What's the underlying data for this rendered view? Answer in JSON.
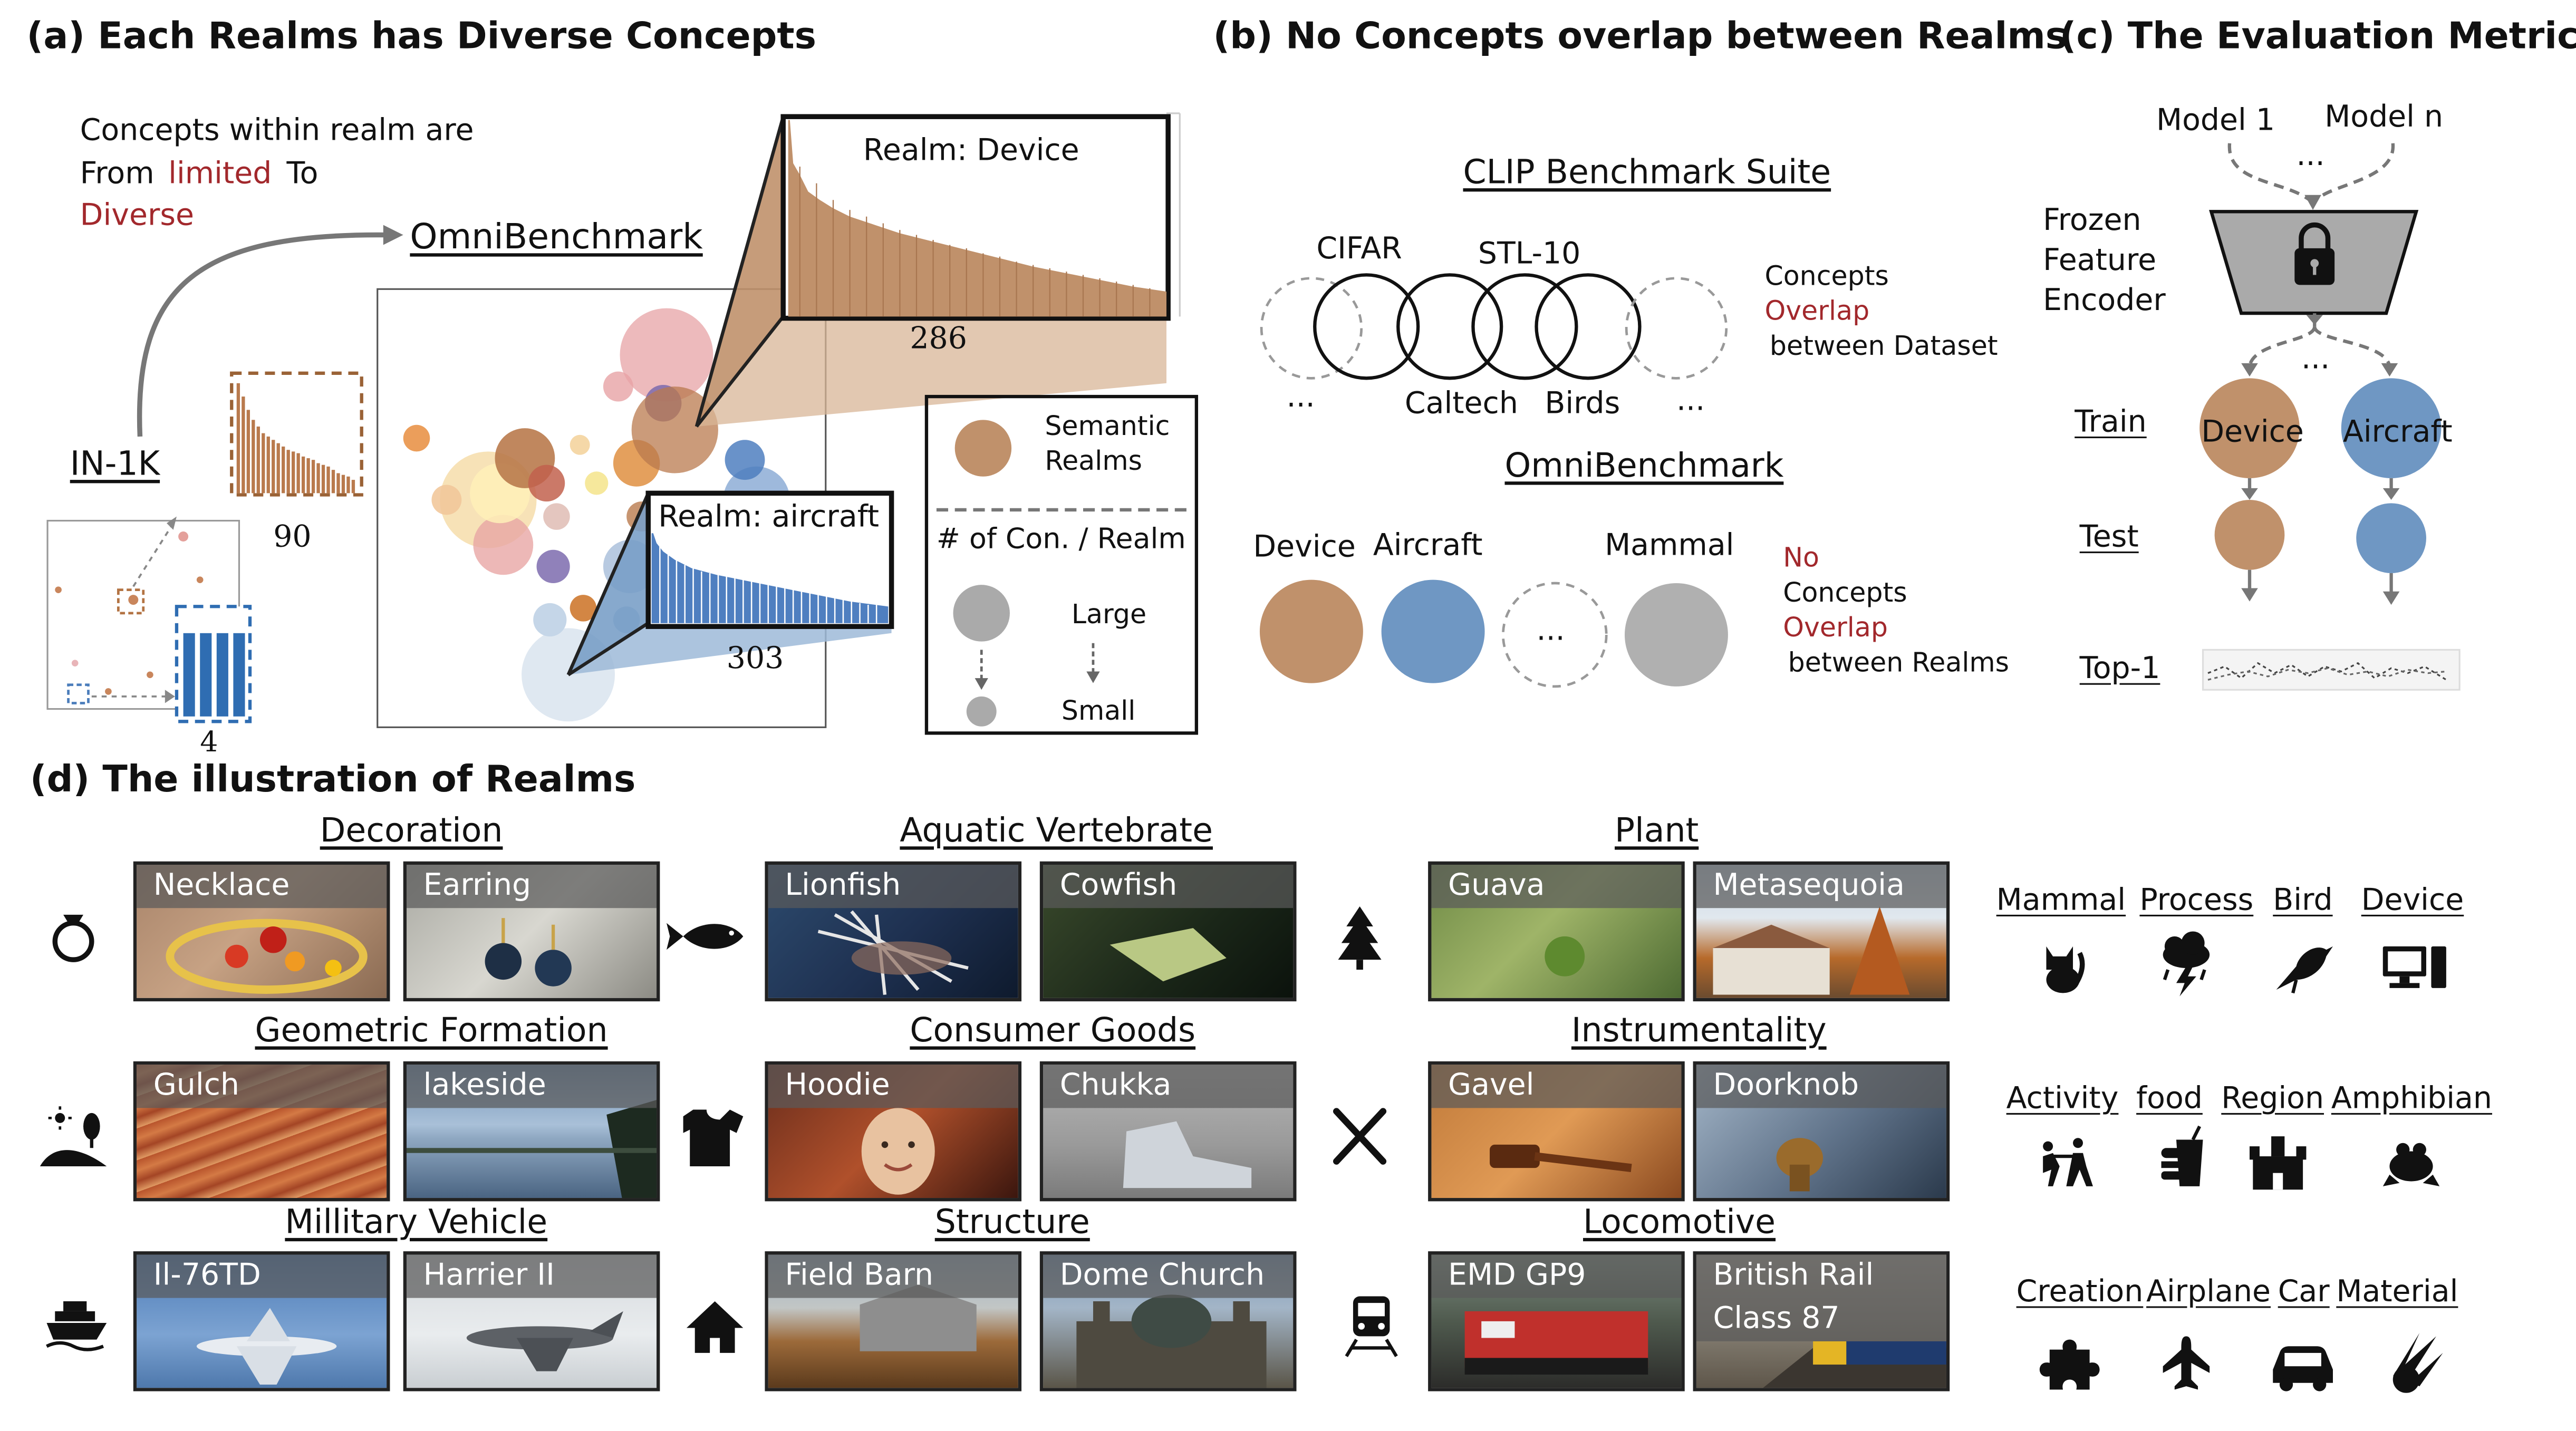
{
  "panel_a": {
    "title": "(a) Each Realms has Diverse Concepts",
    "note_line1": "Concepts within realm are",
    "note_from": "From",
    "note_limited": "limited",
    "note_to": "To",
    "note_diverse": "Diverse",
    "in1k_label": "IN-1K",
    "omni_label": "OmniBenchmark",
    "count_90": "90",
    "count_4": "4",
    "device_title": "Realm: Device",
    "device_count": "286",
    "aircraft_title": "Realm: aircraft",
    "aircraft_count": "303",
    "legend_semantic": "Semantic\nRealms",
    "legend_semantic_1": "Semantic",
    "legend_semantic_2": "Realms",
    "legend_con": "# of Con. / Realm",
    "legend_large": "Large",
    "legend_small": "Small",
    "colors": {
      "brown": "#c0916b",
      "blue": "#7aa0c8",
      "red_text": "#a2282c"
    }
  },
  "panel_b": {
    "title": "(b) No Concepts overlap between Realms",
    "clip_title": "CLIP Benchmark Suite",
    "cifar": "CIFAR",
    "stl": "STL-10",
    "caltech": "Caltech",
    "birds": "Birds",
    "ellipsis": "...",
    "concepts": "Concepts",
    "overlap": "Overlap",
    "between_dataset": "between Dataset",
    "omni_title": "OmniBenchmark",
    "device": "Device",
    "aircraft": "Aircraft",
    "mammal": "Mammal",
    "no": "No",
    "concepts2": "Concepts",
    "overlap2": "Overlap",
    "between_realms": "between Realms"
  },
  "panel_c": {
    "title": "(c) The Evaluation Metrics",
    "model1": "Model 1",
    "modeln": "Model n",
    "ellipsis": "...",
    "frozen1": "Frozen",
    "frozen2": "Feature",
    "frozen3": "Encoder",
    "train": "Train",
    "test": "Test",
    "top1": "Top-1",
    "device": "Device",
    "aircraft": "Aircraft"
  },
  "panel_d": {
    "title": "(d) The illustration of Realms",
    "realms": [
      {
        "label": "Decoration",
        "icon": "ring-icon",
        "photos": [
          "Necklace",
          "Earring"
        ]
      },
      {
        "label": "Aquatic Vertebrate",
        "icon": "fish-icon",
        "photos": [
          "Lionfish",
          "Cowfish"
        ]
      },
      {
        "label": "Plant",
        "icon": "tree-icon",
        "photos": [
          "Guava",
          "Metasequoia"
        ]
      },
      {
        "label": "Geometric Formation",
        "icon": "landscape-icon",
        "photos": [
          "Gulch",
          "lakeside"
        ]
      },
      {
        "label": "Consumer Goods",
        "icon": "tshirt-icon",
        "photos": [
          "Hoodie",
          "Chukka"
        ]
      },
      {
        "label": "Instrumentality",
        "icon": "tools-icon",
        "photos": [
          "Gavel",
          "Doorknob"
        ]
      },
      {
        "label": "Millitary Vehicle",
        "icon": "ship-icon",
        "photos": [
          "Il-76TD",
          "Harrier II"
        ]
      },
      {
        "label": "Structure",
        "icon": "house-icon",
        "photos": [
          "Field Barn",
          "Dome Church"
        ]
      },
      {
        "label": "Locomotive",
        "icon": "train-icon",
        "photos": [
          "EMD GP9",
          "British Rail Class 87"
        ]
      }
    ],
    "categories": [
      {
        "label": "Mammal",
        "icon": "cat-icon"
      },
      {
        "label": "Process",
        "icon": "storm-icon"
      },
      {
        "label": "Bird",
        "icon": "bird-icon"
      },
      {
        "label": "Device",
        "icon": "computer-icon"
      },
      {
        "label": "Activity",
        "icon": "dancers-icon"
      },
      {
        "label": "food",
        "icon": "fastfood-icon"
      },
      {
        "label": "Region",
        "icon": "castle-icon"
      },
      {
        "label": "Amphibian",
        "icon": "frog-icon"
      },
      {
        "label": "Creation",
        "icon": "puzzle-icon"
      },
      {
        "label": "Airplane",
        "icon": "airplane-icon"
      },
      {
        "label": "Car",
        "icon": "car-icon"
      },
      {
        "label": "Material",
        "icon": "meteor-icon"
      }
    ]
  }
}
